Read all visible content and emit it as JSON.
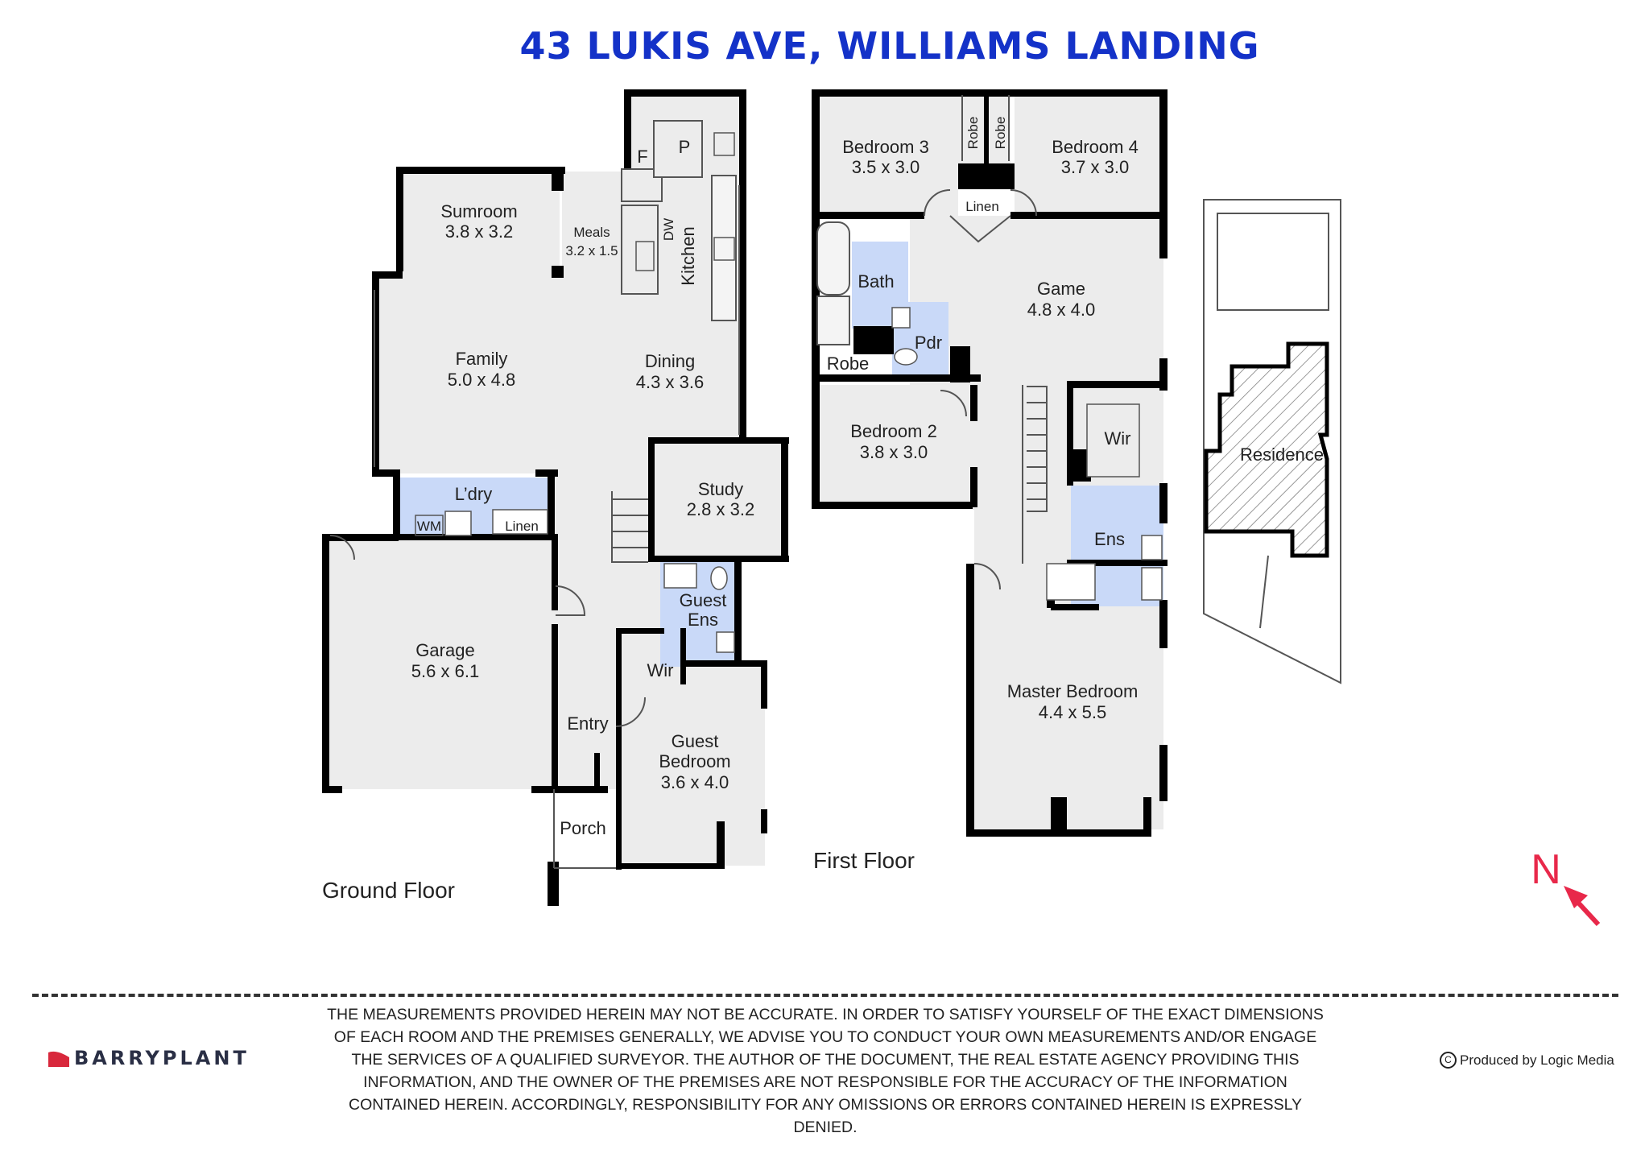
{
  "title": "43 LUKIS AVE, WILLIAMS LANDING",
  "floors": {
    "ground": "Ground Floor",
    "first": "First Floor"
  },
  "rooms": {
    "sumroom": {
      "name": "Sumroom",
      "size": "3.8 x 3.2"
    },
    "meals": {
      "name": "Meals",
      "size": "3.2 x 1.5"
    },
    "kitchen": {
      "name": "Kitchen"
    },
    "dw": "DW",
    "f": "F",
    "p": "P",
    "family": {
      "name": "Family",
      "size": "5.0 x 4.8"
    },
    "dining": {
      "name": "Dining",
      "size": "4.3 x 3.6"
    },
    "laundry": {
      "name": "L’dry"
    },
    "wm": "WM",
    "linen_ground": "Linen",
    "study": {
      "name": "Study",
      "size": "2.8 x 3.2"
    },
    "garage": {
      "name": "Garage",
      "size": "5.6 x 6.1"
    },
    "guest_ens": {
      "name_1": "Guest",
      "name_2": "Ens"
    },
    "wir_ground": "Wir",
    "entry": "Entry",
    "guest_bedroom": {
      "name_1": "Guest",
      "name_2": "Bedroom",
      "size": "3.6 x 4.0"
    },
    "porch": "Porch",
    "bedroom3": {
      "name": "Bedroom 3",
      "size": "3.5 x 3.0"
    },
    "robe_a": "Robe",
    "robe_b": "Robe",
    "bedroom4": {
      "name": "Bedroom 4",
      "size": "3.7 x 3.0"
    },
    "linen_first": "Linen",
    "bath": "Bath",
    "pdr": "Pdr",
    "robe_c": "Robe",
    "game": {
      "name": "Game",
      "size": "4.8 x 4.0"
    },
    "bedroom2": {
      "name": "Bedroom 2",
      "size": "3.8 x 3.0"
    },
    "wir_first": "Wir",
    "ens": "Ens",
    "master": {
      "name": "Master Bedroom",
      "size": "4.4 x 5.5"
    },
    "residence": "Residence"
  },
  "north": "N",
  "disclaimer": "THE MEASUREMENTS PROVIDED HEREIN MAY NOT BE ACCURATE. IN ORDER TO SATISFY YOURSELF OF THE EXACT DIMENSIONS OF EACH ROOM AND THE PREMISES GENERALLY, WE ADVISE YOU TO CONDUCT YOUR OWN MEASUREMENTS AND/OR ENGAGE THE SERVICES OF A QUALIFIED SURVEYOR. THE AUTHOR OF THE DOCUMENT, THE REAL ESTATE AGENCY PROVIDING THIS INFORMATION, AND THE OWNER OF THE PREMISES ARE NOT RESPONSIBLE FOR THE ACCURACY OF THE INFORMATION CONTAINED HEREIN. ACCORDINGLY, RESPONSIBILITY FOR ANY OMISSIONS OR ERRORS CONTAINED HEREIN IS EXPRESSLY DENIED.",
  "brand": "BARRYPLANT",
  "credit": "Produced by Logic Media",
  "colors": {
    "title": "#1432c8",
    "north": "#e8284a",
    "wet_area": "#c9d9f8",
    "room": "#ececec",
    "brand_mark": "#d8283c"
  }
}
